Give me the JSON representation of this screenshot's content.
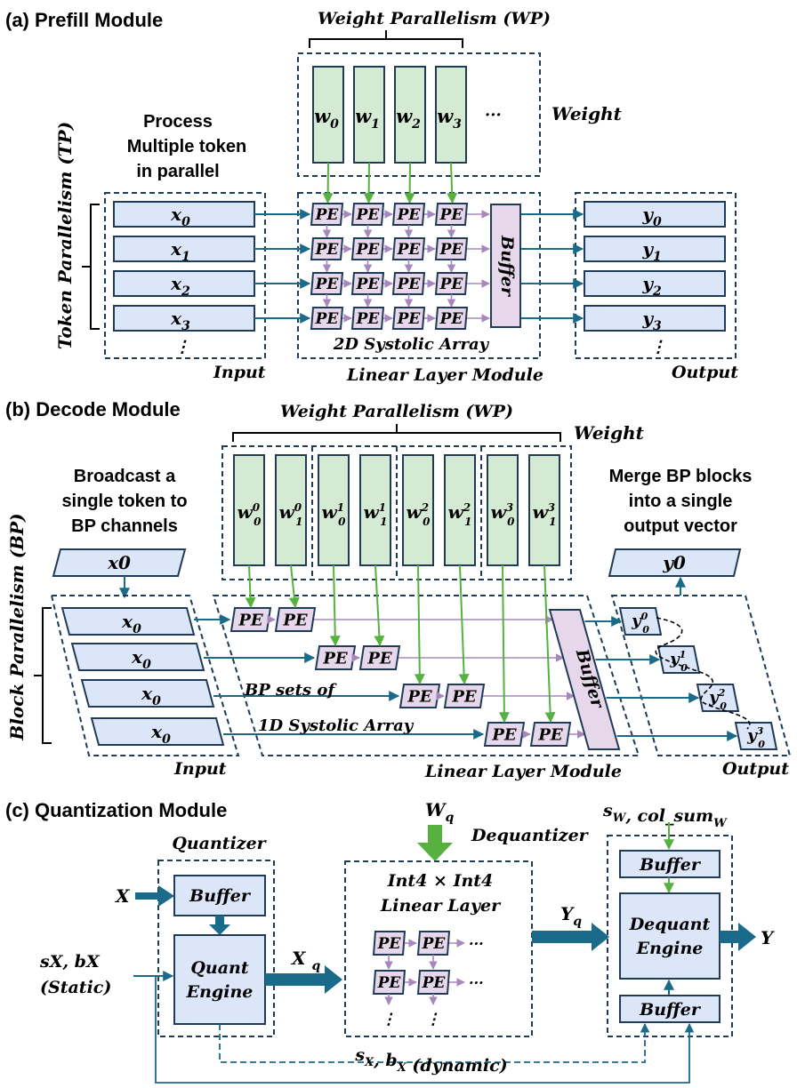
{
  "colors": {
    "blue_fill": "#dbe6f8",
    "blue_region": "#e9effa",
    "green_fill": "#d5ead3",
    "green_region": "#e8f2e6",
    "purple_fill": "#e7d7ea",
    "purple_region": "#f1e6f1",
    "outline": "#1f3b57",
    "teal_arrow": "#1a6a8a",
    "green_arrow": "#56b13f",
    "purple_arrow": "#a787be"
  },
  "prefill": {
    "title": "(a) Prefill Module",
    "wp_label": "Weight Parallelism (WP)",
    "weight_label": "Weight",
    "weights": [
      "w0",
      "w1",
      "w2",
      "w3"
    ],
    "weights_more": "···",
    "tp_label": "Token Parallelism (TP)",
    "process_text": [
      "Process",
      "Multiple token",
      "in parallel"
    ],
    "inputs": [
      "x0",
      "x1",
      "x2",
      "x3"
    ],
    "outputs": [
      "y0",
      "y1",
      "y2",
      "y3"
    ],
    "vdots": "⋮",
    "pe": "PE",
    "buffer": "Buffer",
    "array_label": "2D Systolic Array",
    "input_label": "Input",
    "module_label": "Linear Layer Module",
    "output_label": "Output"
  },
  "decode": {
    "title": "(b) Decode Module",
    "wp_label": "Weight Parallelism (WP)",
    "weight_label": "Weight",
    "weights": [
      {
        "base": "w",
        "sub": "0",
        "sup": "0"
      },
      {
        "base": "w",
        "sub": "1",
        "sup": "0"
      },
      {
        "base": "w",
        "sub": "0",
        "sup": "1"
      },
      {
        "base": "w",
        "sub": "1",
        "sup": "1"
      },
      {
        "base": "w",
        "sub": "0",
        "sup": "2"
      },
      {
        "base": "w",
        "sub": "1",
        "sup": "2"
      },
      {
        "base": "w",
        "sub": "0",
        "sup": "3"
      },
      {
        "base": "w",
        "sub": "1",
        "sup": "3"
      }
    ],
    "broadcast_text": [
      "Broadcast a",
      "single token to",
      "BP channels"
    ],
    "merge_text": [
      "Merge BP blocks",
      "into a single",
      "output vector"
    ],
    "bp_label": "Block Parallelism (BP)",
    "token_in": "x0",
    "inputs": [
      "x0",
      "x0",
      "x0",
      "x0"
    ],
    "token_out": "y0",
    "outputs": [
      {
        "base": "y",
        "sub": "0",
        "sup": "0"
      },
      {
        "base": "y",
        "sub": "0",
        "sup": "1"
      },
      {
        "base": "y",
        "sub": "0",
        "sup": "2"
      },
      {
        "base": "y",
        "sub": "0",
        "sup": "3"
      }
    ],
    "pe": "PE",
    "buffer": "Buffer",
    "sets_label": "BP sets of",
    "array_label": "1D Systolic Array",
    "input_label": "Input",
    "module_label": "Linear Layer Module",
    "output_label": "Output"
  },
  "quant": {
    "title": "(c) Quantization Module",
    "quantizer_label": "Quantizer",
    "dequantizer_label": "Dequantizer",
    "x_label": "X",
    "buffer": "Buffer",
    "quant_engine": [
      "Quant",
      "Engine"
    ],
    "scale_in": "sX, bX",
    "static": "(Static)",
    "xq_label": "Xq",
    "wq_label": "Wq",
    "int4_text": [
      "Int4 × Int4",
      "Linear Layer"
    ],
    "pe": "PE",
    "dots": "···",
    "vdots": "⋮",
    "yq_label": "Yq",
    "sw_label": "sW, col_sumW",
    "dequant_engine": [
      "Dequant",
      "Engine"
    ],
    "y_label": "Y",
    "dynamic_label": "sX, bX (dynamic)"
  }
}
